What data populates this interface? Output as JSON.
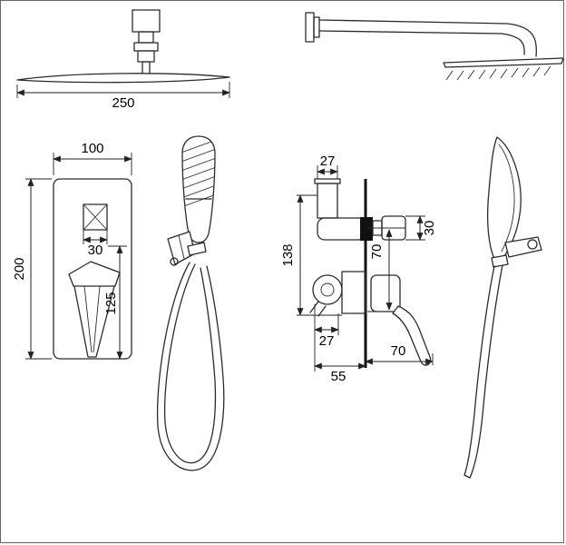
{
  "dimensions": {
    "rain_head_width": "250",
    "plate_width": "100",
    "diverter_width": "30",
    "plate_height": "200",
    "handle_length": "125",
    "inlet_top_width": "27",
    "valve_body_height": "138",
    "outlet_height": "30",
    "outlet_to_handle_drop": "70",
    "inlet_bottom_width": "27",
    "valve_body_depth": "55",
    "handle_reach": "70"
  }
}
